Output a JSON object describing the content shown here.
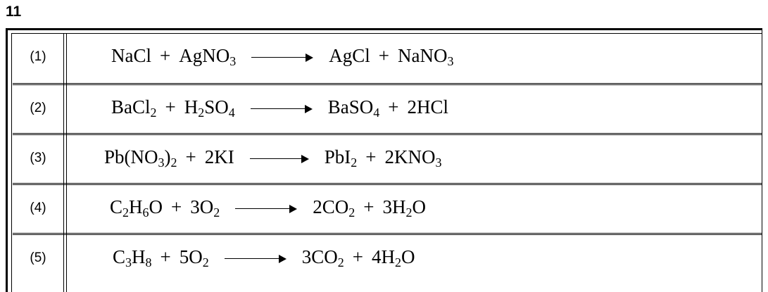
{
  "question_number": "11",
  "rows": [
    {
      "label": "(1)",
      "reactants": [
        [
          "NaCl"
        ],
        [
          "AgNO",
          "3",
          ""
        ]
      ],
      "products": [
        [
          "AgCl"
        ],
        [
          "NaNO",
          "3",
          ""
        ]
      ]
    },
    {
      "label": "(2)",
      "reactants": [
        [
          "BaCl",
          "2",
          ""
        ],
        [
          "H",
          "2",
          "SO",
          "4",
          ""
        ]
      ],
      "products": [
        [
          "BaSO",
          "4",
          ""
        ],
        [
          "2HCl"
        ]
      ]
    },
    {
      "label": "(3)",
      "reactants": [
        [
          "Pb(NO",
          "3",
          ")",
          "2",
          ""
        ],
        [
          "2KI"
        ]
      ],
      "products": [
        [
          "PbI",
          "2",
          ""
        ],
        [
          "2KNO",
          "3",
          ""
        ]
      ]
    },
    {
      "label": "(4)",
      "reactants": [
        [
          "C",
          "2",
          "H",
          "6",
          "O"
        ],
        [
          "3O",
          "2",
          ""
        ]
      ],
      "products": [
        [
          "2CO",
          "2",
          ""
        ],
        [
          "3H",
          "2",
          "O"
        ]
      ]
    },
    {
      "label": "(5)",
      "reactants": [
        [
          "C",
          "3",
          "H",
          "8",
          ""
        ],
        [
          "5O",
          "2",
          ""
        ]
      ],
      "products": [
        [
          "3CO",
          "2",
          ""
        ],
        [
          "4H",
          "2",
          "O"
        ]
      ]
    }
  ],
  "plus_sign": "+"
}
